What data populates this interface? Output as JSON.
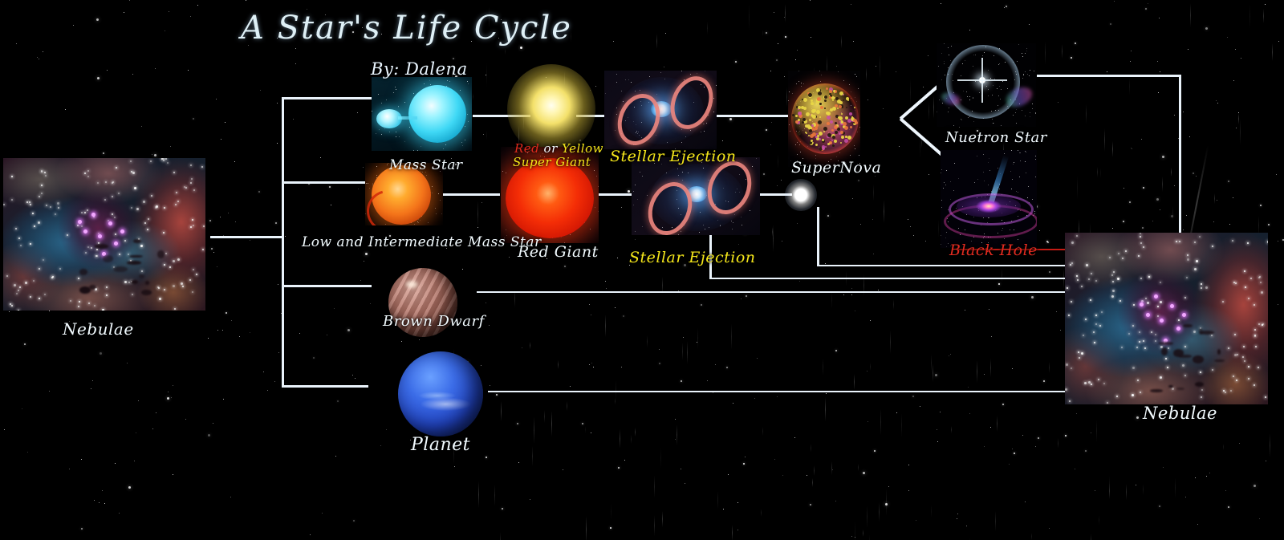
{
  "title": "A Star's  Life Cycle",
  "byline": "By: Dalena",
  "labels": {
    "nebula_left": "Nebulae",
    "nebula_right": "Nebulae",
    "mass_star": "Mass Star",
    "low_intermediate": "Low and Intermediate Mass Star",
    "super_giant_red": "Red",
    "super_giant_or": " or ",
    "super_giant_yellow": "Yellow",
    "super_giant_line2": "Super Giant",
    "red_giant": "Red Giant",
    "stellar_ejection_top": "Stellar Ejection",
    "stellar_ejection_bottom": "Stellar Ejection",
    "supernova": "SuperNova",
    "neutron_star": "Nuetron Star",
    "black_hole": "Black Hole",
    "brown_dwarf": "Brown Dwarf",
    "planet": "Planet"
  },
  "icons": {
    "nebula_left": "nebula-image",
    "binary_star": "blue-binary-star-image",
    "sun": "orange-sun-image",
    "yellow_supergiant": "yellow-supergiant-glow",
    "red_giant": "red-giant-image",
    "stellar_ejection_top": "stellar-ejection-rings-image",
    "stellar_ejection_bottom": "stellar-ejection-rings-image",
    "supernova": "supernova-remnant-image",
    "neutron_star": "neutron-star-shell-image",
    "black_hole": "black-hole-accretion-disk-image",
    "white_dwarf": "white-dwarf-point",
    "brown_dwarf": "brown-dwarf-sphere",
    "planet": "blue-planet-sphere",
    "nebula_right": "nebula-image"
  },
  "colors": {
    "background": "#000000",
    "line": "#eaf3fb",
    "label_white": "#eaf6ff",
    "label_yellow": "#f5e71a",
    "label_red": "#e22b20",
    "black_hole_line": "#c41b14",
    "title": "#dff0f6"
  }
}
